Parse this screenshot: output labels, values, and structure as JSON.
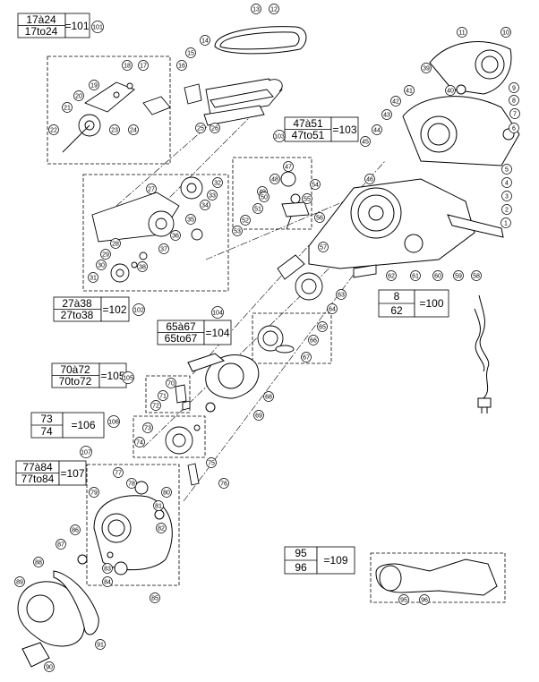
{
  "groups": [
    {
      "range": "17à24",
      "range_en": "17to24",
      "code": "101"
    },
    {
      "range": "27à38",
      "range_en": "27to38",
      "code": "102"
    },
    {
      "range": "47à51",
      "range_en": "47to51",
      "code": "103"
    },
    {
      "range": "8",
      "range_en": "62",
      "code": "100"
    },
    {
      "range": "65à67",
      "range_en": "65to67",
      "code": "104"
    },
    {
      "range": "70à72",
      "range_en": "70to72",
      "code": "105"
    },
    {
      "range": "73",
      "range_en": "74",
      "code": "106"
    },
    {
      "range": "77à84",
      "range_en": "77to84",
      "code": "107"
    },
    {
      "range": "95",
      "range_en": "96",
      "code": "109"
    }
  ],
  "parts": [
    "1",
    "2",
    "3",
    "4",
    "5",
    "6",
    "7",
    "8",
    "9",
    "10",
    "11",
    "12",
    "13",
    "14",
    "15",
    "16",
    "17",
    "18",
    "19",
    "20",
    "21",
    "22",
    "23",
    "24",
    "25",
    "26",
    "27",
    "28",
    "29",
    "30",
    "31",
    "32",
    "33",
    "34",
    "35",
    "36",
    "37",
    "38",
    "39",
    "40",
    "41",
    "42",
    "43",
    "44",
    "45",
    "46",
    "47",
    "48",
    "49",
    "50",
    "51",
    "52",
    "53",
    "54",
    "55",
    "56",
    "57",
    "58",
    "59",
    "60",
    "61",
    "62",
    "63",
    "64",
    "65",
    "66",
    "67",
    "68",
    "69",
    "70",
    "71",
    "72",
    "73",
    "74",
    "75",
    "76",
    "77",
    "78",
    "79",
    "80",
    "81",
    "82",
    "83",
    "84",
    "85",
    "86",
    "87",
    "88",
    "89",
    "90",
    "91",
    "95",
    "96",
    "101",
    "102",
    "103",
    "104",
    "105",
    "106",
    "107"
  ]
}
